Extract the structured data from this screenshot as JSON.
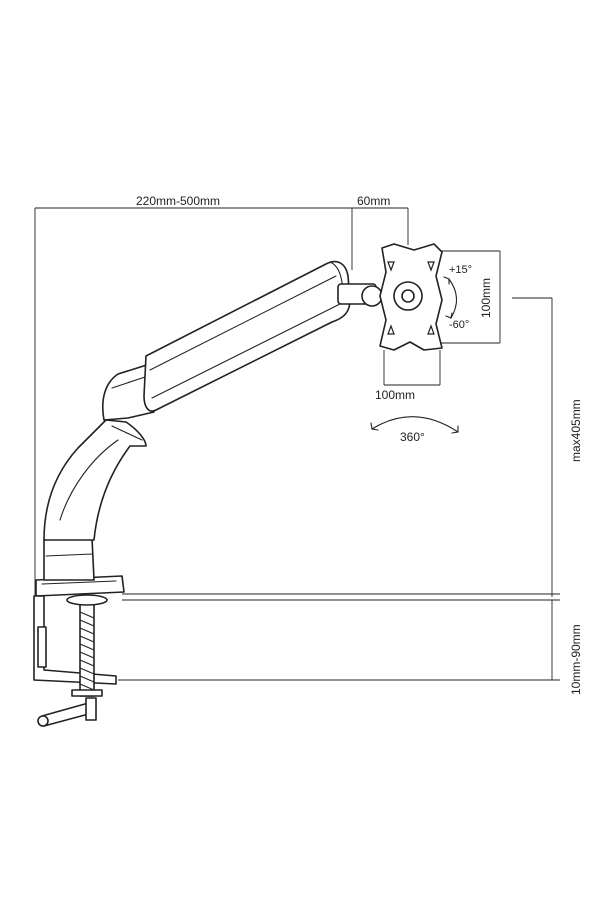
{
  "dimensions": {
    "arm_reach": "220mm-500mm",
    "tilt_offset": "60mm",
    "vesa_height": "100mm",
    "vesa_width": "100mm",
    "max_height": "max405mm",
    "clamp_thickness": "10mm-90mm",
    "tilt_up": "+15°",
    "tilt_down": "-60°",
    "swivel": "360°"
  }
}
